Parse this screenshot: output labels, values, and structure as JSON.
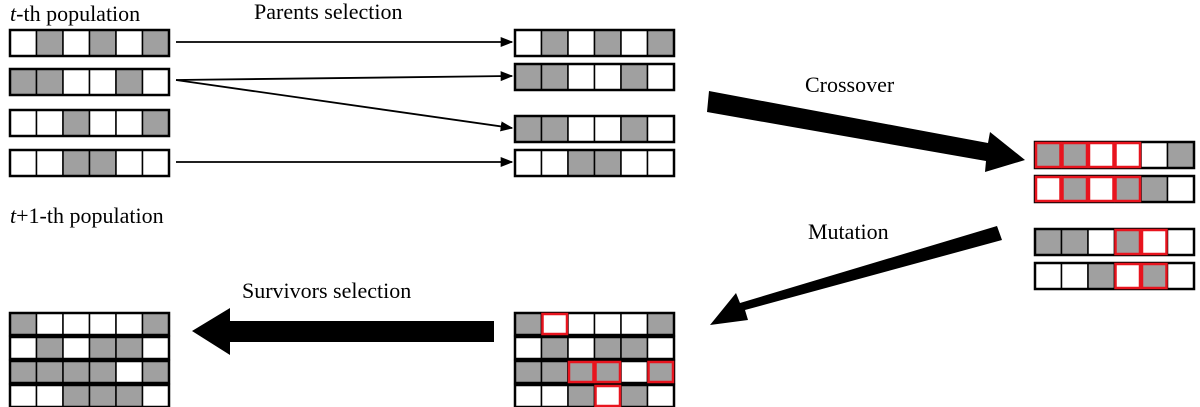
{
  "labels": {
    "t_population_prefix": "t",
    "t_population_suffix": "-th population",
    "parents_selection": "Parents selection",
    "crossover": "Crossover",
    "mutation": "Mutation",
    "t1_population_prefix": "t",
    "t1_population_suffix": "+1-th population",
    "survivors_selection": "Survivors selection"
  },
  "colors": {
    "filled": "#a0a0a0",
    "empty": "#ffffff",
    "border": "#000000",
    "highlight": "#e8141e"
  },
  "groups": [
    {
      "name": "t-population",
      "rows": [
        {
          "genes": [
            0,
            1,
            0,
            1,
            0,
            1
          ],
          "marked": []
        },
        {
          "genes": [
            1,
            1,
            0,
            0,
            1,
            0
          ],
          "marked": []
        },
        {
          "genes": [
            0,
            0,
            1,
            0,
            0,
            1
          ],
          "marked": []
        },
        {
          "genes": [
            0,
            0,
            1,
            1,
            0,
            0
          ],
          "marked": []
        }
      ]
    },
    {
      "name": "parents",
      "rows": [
        {
          "genes": [
            0,
            1,
            0,
            1,
            0,
            1
          ],
          "marked": []
        },
        {
          "genes": [
            1,
            1,
            0,
            0,
            1,
            0
          ],
          "marked": []
        },
        {
          "genes": [
            1,
            1,
            0,
            0,
            1,
            0
          ],
          "marked": []
        },
        {
          "genes": [
            0,
            0,
            1,
            1,
            0,
            0
          ],
          "marked": []
        }
      ]
    },
    {
      "name": "offspring-crossover",
      "rows": [
        {
          "genes": [
            1,
            1,
            0,
            0,
            0,
            1
          ],
          "marked": [
            0,
            1,
            2,
            3
          ]
        },
        {
          "genes": [
            0,
            1,
            0,
            1,
            1,
            0
          ],
          "marked": [
            0,
            1,
            2,
            3
          ]
        },
        {
          "genes": [
            1,
            1,
            0,
            1,
            0,
            0
          ],
          "marked": [
            3,
            4
          ]
        },
        {
          "genes": [
            0,
            0,
            1,
            0,
            1,
            0
          ],
          "marked": [
            3,
            4
          ]
        }
      ]
    },
    {
      "name": "offspring-mutated",
      "rows": [
        {
          "genes": [
            1,
            0,
            0,
            0,
            0,
            1
          ],
          "marked": [
            1
          ]
        },
        {
          "genes": [
            0,
            1,
            0,
            1,
            1,
            0
          ],
          "marked": []
        },
        {
          "genes": [
            1,
            1,
            1,
            1,
            0,
            1
          ],
          "marked": [
            2,
            3,
            5
          ]
        },
        {
          "genes": [
            0,
            0,
            1,
            0,
            1,
            0
          ],
          "marked": [
            3
          ]
        }
      ]
    },
    {
      "name": "t1-population",
      "rows": [
        {
          "genes": [
            1,
            0,
            0,
            0,
            0,
            1
          ],
          "marked": []
        },
        {
          "genes": [
            0,
            1,
            0,
            1,
            1,
            0
          ],
          "marked": []
        },
        {
          "genes": [
            1,
            1,
            1,
            1,
            0,
            1
          ],
          "marked": []
        },
        {
          "genes": [
            0,
            0,
            1,
            1,
            1,
            0
          ],
          "marked": []
        }
      ]
    }
  ]
}
